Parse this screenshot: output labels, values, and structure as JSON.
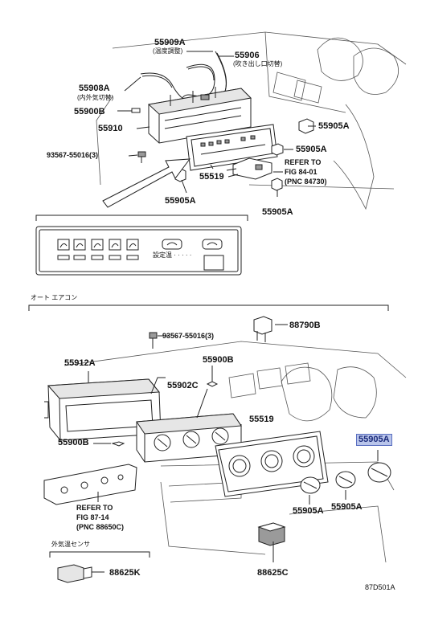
{
  "parts": {
    "p55909a": "55909A",
    "p55909a_sub": "(温度調整)",
    "p55906": "55906",
    "p55906_sub": "(吹き出し口切替)",
    "p55908a": "55908A",
    "p55908a_sub": "(内外気切替)",
    "p55900b_top": "55900B",
    "p55910": "55910",
    "p55905a_r1": "55905A",
    "p55905a_r2": "55905A",
    "p93567_top": "93567-55016(3)",
    "p55519_top": "55519",
    "refer_top_1": "REFER TO",
    "refer_top_2": "FIG 84-01",
    "refer_top_3": "(PNC 84730)",
    "p55905a_b1": "55905A",
    "p55905a_b2": "55905A",
    "p93567_bot": "93567-55016(3)",
    "p88790b": "88790B",
    "p55912a": "55912A",
    "p55900b_mid": "55900B",
    "p55902c": "55902C",
    "p55519_bot": "55519",
    "p55905a_hl": "55905A",
    "p55900b_left": "55900B",
    "refer_bot_1": "REFER TO",
    "refer_bot_2": "FIG 87-14",
    "refer_bot_3": "(PNC 88650C)",
    "p55905a_k1": "55905A",
    "p55905a_k2": "55905A",
    "p88625k": "88625K",
    "p88625c": "88625C"
  },
  "headers": {
    "auto_aircon": "オート エアコン",
    "outside_sensor": "外気温センサ"
  },
  "panel": {
    "display_text": "設定温 · · · · ·"
  },
  "footer": {
    "diagram_code": "87D501A"
  },
  "colors": {
    "highlight_fill": "#b8c4ea",
    "highlight_text": "#1a2a7a",
    "line": "#222222"
  }
}
